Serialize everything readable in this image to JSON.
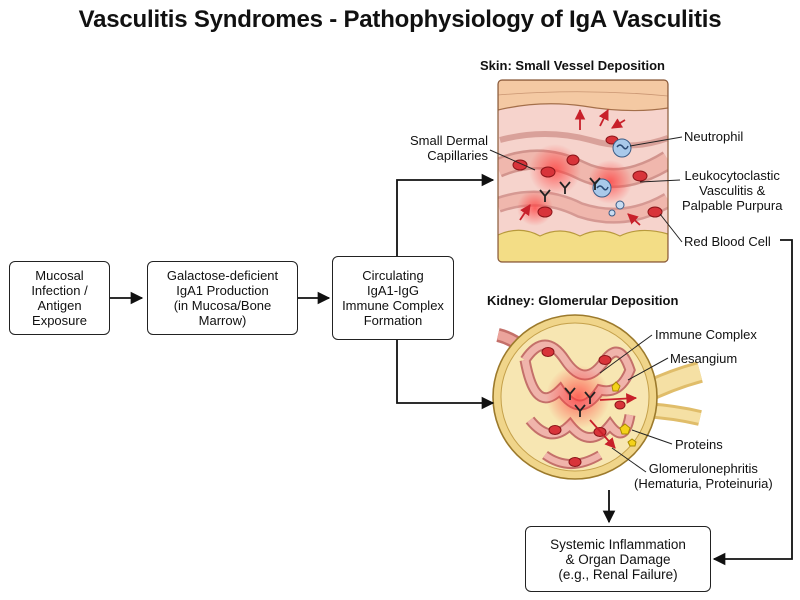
{
  "title": "Vasculitis Syndromes - Pathophysiology of IgA Vasculitis",
  "flow": {
    "box1": "Mucosal\nInfection /\nAntigen\nExposure",
    "box2": "Galactose-deficient\nIgA1 Production\n(in Mucosa/Bone\nMarrow)",
    "box3": "Circulating\nIgA1-IgG\nImmune Complex\nFormation",
    "box4": "Systemic Inflammation\n& Organ Damage\n(e.g., Renal Failure)"
  },
  "skin": {
    "title": "Skin: Small Vessel Deposition",
    "capillaries": "Small Dermal\nCapillaries",
    "neutrophil": "Neutrophil",
    "leuko": "Leukocytoclastic\nVasculitis &\nPalpable Purpura",
    "rbc": "Red Blood Cell"
  },
  "kidney": {
    "title": "Kidney: Glomerular Deposition",
    "immune": "Immune Complex",
    "mesangium": "Mesangium",
    "proteins": "Proteins",
    "glomerulo": "Glomerulonephritis\n(Hematuria, Proteinuria)"
  },
  "colors": {
    "skin_top": "#f4c9a3",
    "dermis": "#f6d3cc",
    "fat": "#f3dd86",
    "vessel": "#e8a9a0",
    "rbc": "#d8343a",
    "neutrophil": "#a9c9ea",
    "kidney": "#f0d58a",
    "arrow": "#c8202a"
  }
}
